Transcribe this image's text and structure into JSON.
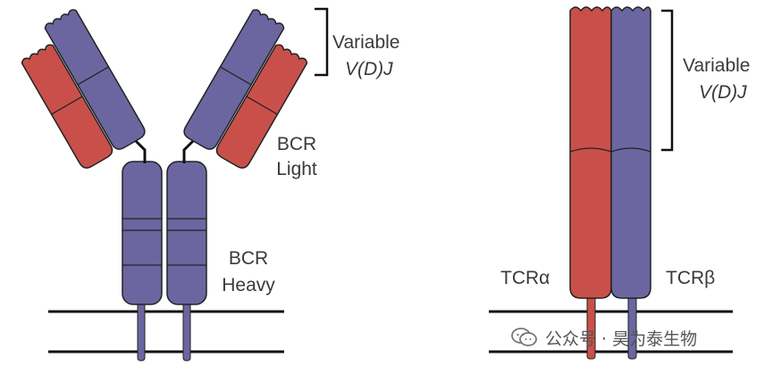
{
  "colors": {
    "red": "#c9504a",
    "purple": "#6b66a0",
    "outline": "#222222",
    "membrane": "#111111"
  },
  "bcr": {
    "variable_label": "Variable",
    "vdj_label": "V(D)J",
    "light_label_line1": "BCR",
    "light_label_line2": "Light",
    "heavy_label_line1": "BCR",
    "heavy_label_line2": "Heavy"
  },
  "tcr": {
    "variable_label": "Variable",
    "vdj_label": "V(D)J",
    "alpha_label": "TCRα",
    "beta_label": "TCRβ"
  },
  "watermark": {
    "icon": "wechat-icon",
    "text": "公众号 · 昊为泰生物"
  }
}
